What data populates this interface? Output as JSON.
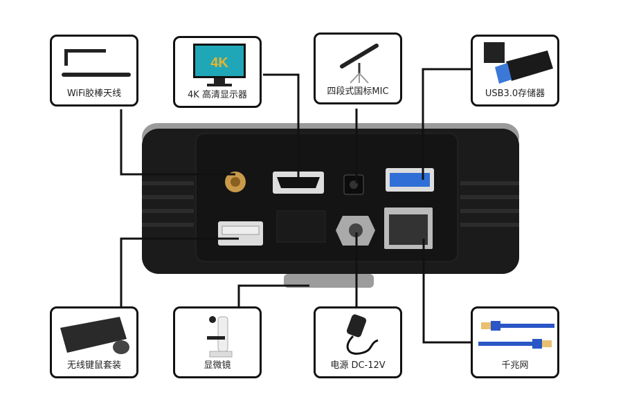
{
  "title": "Device rear panel connections",
  "peripherals": {
    "wifi": {
      "label": "WiFi胶棒天线",
      "icon": "antenna-icon"
    },
    "monitor": {
      "label": "4K 高清显示器",
      "icon": "monitor-icon",
      "badge": "4K"
    },
    "mic": {
      "label": "四段式国标MIC",
      "icon": "microphone-icon"
    },
    "usb": {
      "label": "USB3.0存储器",
      "icon": "usb-drive-icon"
    },
    "keyboard": {
      "label": "无线键鼠套装",
      "icon": "keyboard-mouse-icon"
    },
    "microscope": {
      "label": "显微镜",
      "icon": "microscope-icon"
    },
    "power": {
      "label": "电源 DC-12V",
      "icon": "power-adapter-icon"
    },
    "network": {
      "label": "千兆网",
      "icon": "ethernet-cable-icon"
    }
  },
  "colors": {
    "line": "#111111",
    "device": "#1c1c1c",
    "cable": "#2a56c6",
    "usb3": "#2f6fd6"
  }
}
